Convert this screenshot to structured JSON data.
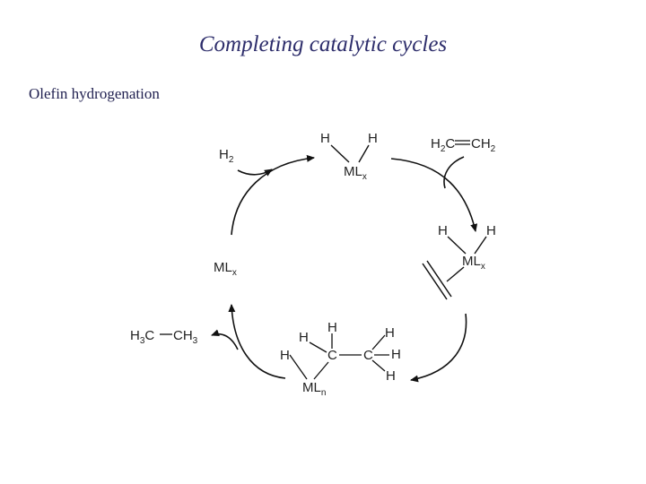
{
  "title": "Completing catalytic cycles",
  "subtitle": "Olefin hydrogenation",
  "diagram": {
    "top_complex": {
      "h_left": "H",
      "h_right": "H",
      "metal": "ML",
      "metal_sub": "x"
    },
    "reagent_h2": {
      "main": "H",
      "sub": "2"
    },
    "ethylene": {
      "p1": "H",
      "s1": "2",
      "p2": "C",
      "p3": "CH",
      "s2": "2"
    },
    "right_complex": {
      "h_left": "H",
      "h_right": "H",
      "metal": "ML",
      "metal_sub": "x"
    },
    "left_catalyst": {
      "main": "ML",
      "sub": "x"
    },
    "product": {
      "p1": "H",
      "s1": "3",
      "p2": "C",
      "p3": "CH",
      "s2": "3"
    },
    "bottom_complex": {
      "h_top": "H",
      "h_left_top": "H",
      "h_left": "H",
      "c_left": "C",
      "c_right": "C",
      "h_right_top": "H",
      "h_right_mid": "H",
      "h_right_bot": "H",
      "metal": "ML",
      "metal_sub": "n"
    }
  }
}
